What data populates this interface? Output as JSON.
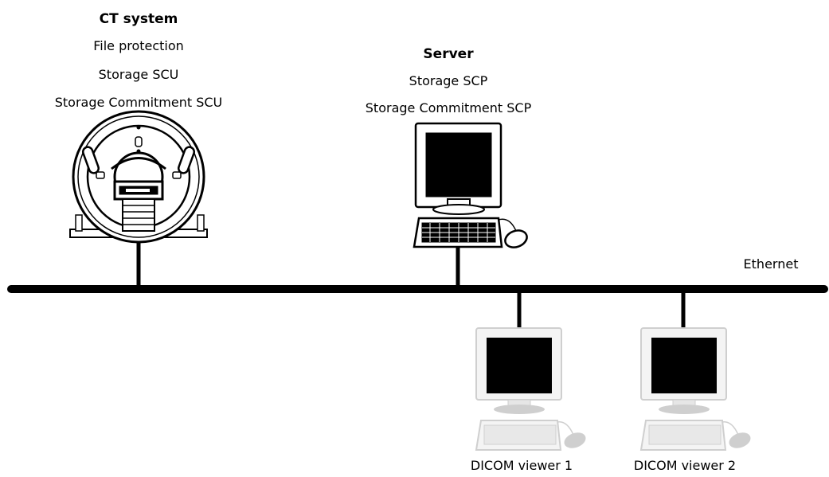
{
  "ct_system": {
    "title": "CT system",
    "lines": [
      "File protection",
      "Storage SCU",
      "Storage Commitment SCU"
    ]
  },
  "server": {
    "title": "Server",
    "lines": [
      "Storage SCP",
      "Storage Commitment SCP"
    ]
  },
  "network": {
    "label": "Ethernet"
  },
  "viewers": [
    {
      "label": "DICOM viewer 1"
    },
    {
      "label": "DICOM viewer 2"
    }
  ]
}
